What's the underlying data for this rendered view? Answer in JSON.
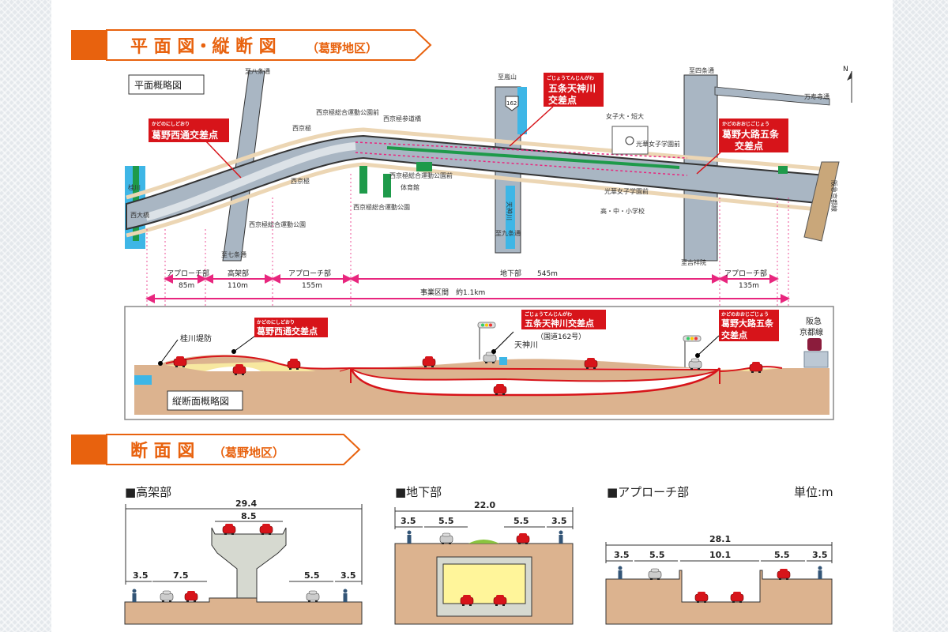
{
  "section1": {
    "title": "平 面 図・縦 断 図",
    "subtitle": "（葛野地区）"
  },
  "plan": {
    "label": "平面概略図",
    "places": {
      "hachijo": "至八条通",
      "nishikyogoku_park_mae": "西京極総合運動公園前",
      "nishikyogoku": "西京極",
      "sando_bashi": "西京極参道橋",
      "arashiyama": "至嵐山",
      "route": "162",
      "joshidai": "女子大・短大",
      "koka_mae": "光華女子学園前",
      "shijo": "至四条通",
      "manjuji": "万寿寺通",
      "kisshoin": "至吉祥院",
      "koka_mae2": "光華女子学園前",
      "school": "高・中・小学校",
      "kujo": "至九条通",
      "tenjingawa": "天神川",
      "park_mae2": "西京極総合運動公園前",
      "gym": "体育館",
      "park": "西京極総合運動公園",
      "park2": "西京極総合運動公園",
      "nishikyo2": "西京極",
      "shichijo": "至七条通",
      "nishiohashi": "西大橋",
      "katsuragawa": "桂川",
      "hankyu": "阪急京都線",
      "north": "N"
    },
    "callouts": [
      {
        "ruby": "かどのにしどおり",
        "name": "葛野西通交差点"
      },
      {
        "ruby": "ごじょうてんじんがわ",
        "name": "五条天神川",
        "name2": "交差点"
      },
      {
        "ruby": "かどのおおじごじょう",
        "name": "葛野大路五条",
        "name2": "交差点"
      }
    ]
  },
  "segments": [
    {
      "label": "アプローチ部",
      "length": "85m"
    },
    {
      "label": "高架部",
      "length": "110m"
    },
    {
      "label": "アプローチ部",
      "length": "155m"
    },
    {
      "label": "地下部",
      "length": "545m"
    },
    {
      "label": "アプローチ部",
      "length": "135m"
    }
  ],
  "project_span": "事業区間　約1.1km",
  "profile": {
    "label": "縦断面概略図",
    "levee": "桂川堤防",
    "tenjingawa": "天神川",
    "route_note": "（国道162号）",
    "hankyu1": "阪急",
    "hankyu2": "京都線",
    "callouts": [
      {
        "ruby": "かどのにしどおり",
        "name": "葛野西通交差点"
      },
      {
        "ruby": "ごじょうてんじんがわ",
        "name": "五条天神川交差点"
      },
      {
        "ruby": "かどのおおじごじょう",
        "name": "葛野大路五条",
        "name2": "交差点"
      }
    ]
  },
  "section2": {
    "title": "断 面 図",
    "subtitle": "（葛野地区）"
  },
  "unit": "単位:m",
  "cross_sections": {
    "elevated": {
      "title": "■高架部",
      "total": "29.4",
      "deck": "8.5",
      "left": [
        "3.5",
        "7.5"
      ],
      "right": [
        "5.5",
        "3.5"
      ]
    },
    "underground": {
      "title": "■地下部",
      "total": "22.0",
      "dims": [
        "3.5",
        "5.5",
        "5.5",
        "3.5"
      ]
    },
    "approach": {
      "title": "■アプローチ部",
      "total": "28.1",
      "dims": [
        "3.5",
        "5.5",
        "10.1",
        "5.5",
        "3.5"
      ]
    }
  },
  "colors": {
    "accent": "#e8620e",
    "callout": "#d7141a",
    "ground": "#dcb38f",
    "road": "#a9b6c3",
    "pink": "#e8267e",
    "green": "#1e9a4a",
    "water": "#3eb6e6"
  }
}
